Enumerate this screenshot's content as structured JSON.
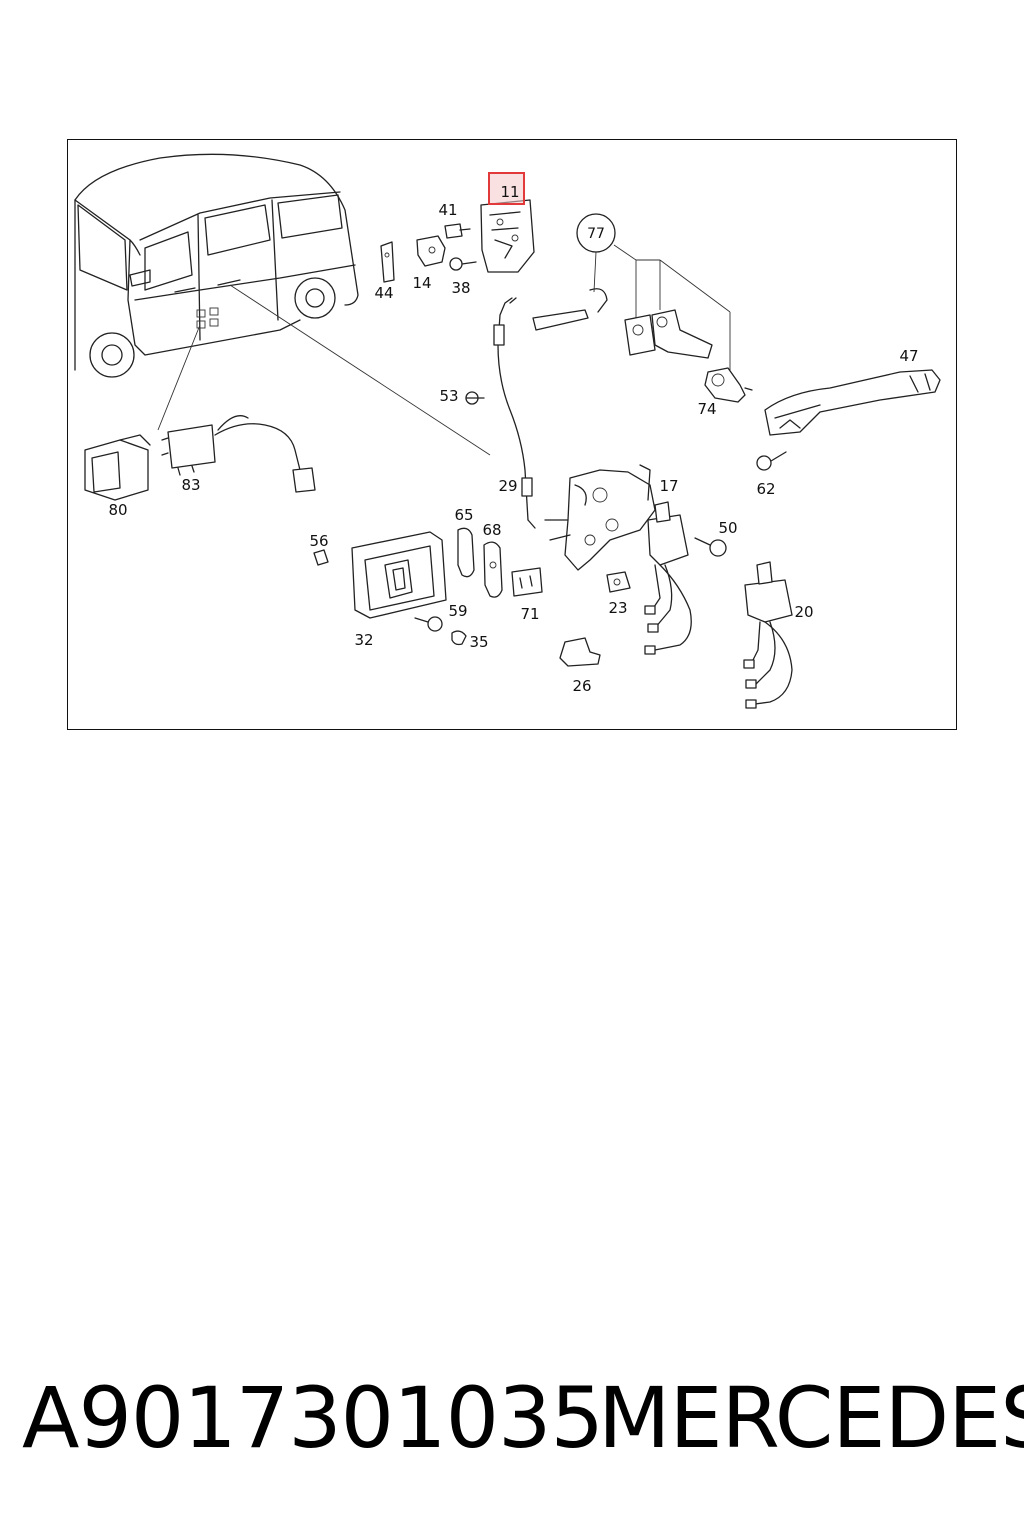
{
  "diagram": {
    "highlighted_part": "11",
    "highlight_color": "#e23a3a",
    "highlight_fill": "#f6c9c9",
    "callout": "77",
    "labels": {
      "p11": "11",
      "p41": "41",
      "p44": "44",
      "p14": "14",
      "p38": "38",
      "p77": "77",
      "p47": "47",
      "p74": "74",
      "p53": "53",
      "p62": "62",
      "p83": "83",
      "p80": "80",
      "p29": "29",
      "p17": "17",
      "p65": "65",
      "p68": "68",
      "p56": "56",
      "p50": "50",
      "p32": "32",
      "p59": "59",
      "p35": "35",
      "p71": "71",
      "p23": "23",
      "p20": "20",
      "p26": "26"
    }
  },
  "footer": {
    "part_number": "A9017301035",
    "brand": "MERCEDES"
  }
}
